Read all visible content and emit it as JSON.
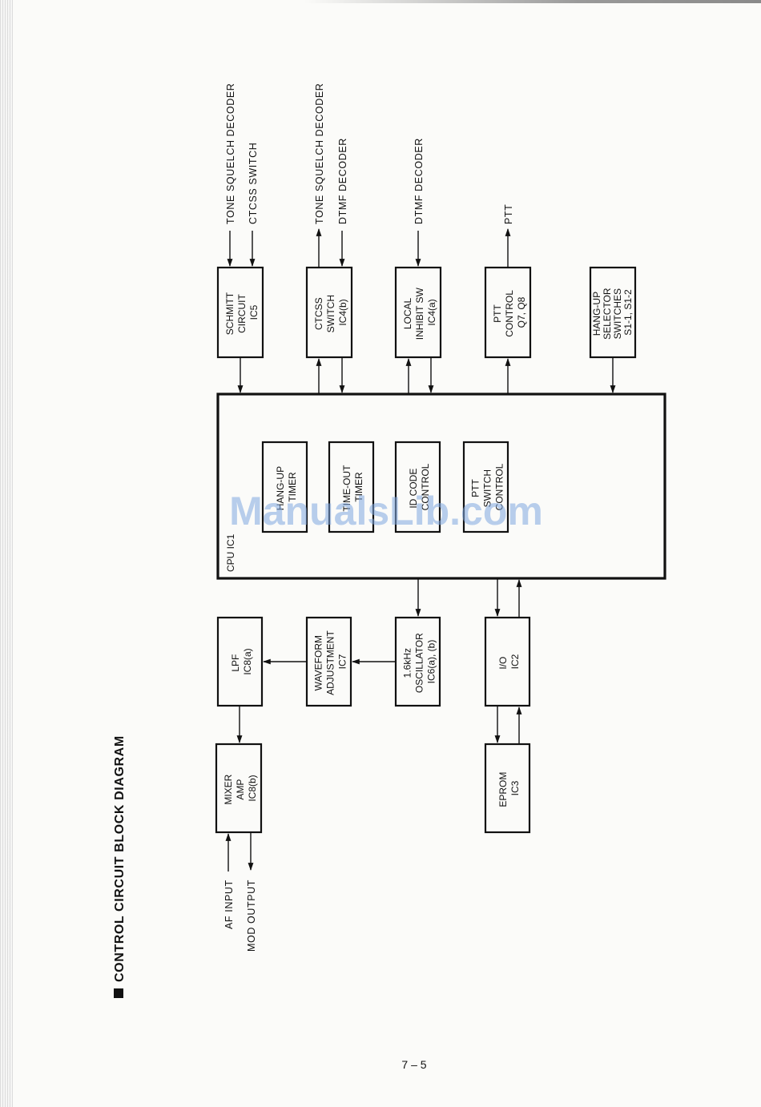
{
  "title": "CONTROL CIRCUIT BLOCK DIAGRAM",
  "page_number": "7 – 5",
  "watermark": "ManualsLib.com",
  "cpu": {
    "label": "CPU IC1",
    "inner_blocks": [
      {
        "id": "hangup_timer",
        "lines": [
          "HANG-UP",
          "TIMER"
        ]
      },
      {
        "id": "timeout_timer",
        "lines": [
          "TIME-OUT",
          "TIMER"
        ]
      },
      {
        "id": "id_code",
        "lines": [
          "ID CODE",
          "CONTROL"
        ]
      },
      {
        "id": "ptt_switch",
        "lines": [
          "PTT",
          "SWITCH",
          "CONTROL"
        ]
      }
    ]
  },
  "blocks": [
    {
      "id": "schmitt",
      "lines": [
        "SCHMITT",
        "CIRCUIT",
        "IC5"
      ]
    },
    {
      "id": "ctcss",
      "lines": [
        "CTCSS",
        "SWITCH",
        "IC4(b)"
      ]
    },
    {
      "id": "local_inhibit",
      "lines": [
        "LOCAL",
        "INHIBIT SW",
        "IC4(a)"
      ]
    },
    {
      "id": "ptt_control",
      "lines": [
        "PTT",
        "CONTROL",
        "Q7, Q8"
      ]
    },
    {
      "id": "hangup_selector",
      "lines": [
        "HANG-UP",
        "SELECTOR",
        "SWITCHES",
        "S1-1, S1-2"
      ]
    },
    {
      "id": "lpf",
      "lines": [
        "LPF",
        "IC8(a)"
      ]
    },
    {
      "id": "waveform",
      "lines": [
        "WAVEFORM",
        "ADJUSTMENT",
        "IC7"
      ]
    },
    {
      "id": "oscillator",
      "lines": [
        "1.6kHz",
        "OSCILLATOR",
        "IC6(a), (b)"
      ]
    },
    {
      "id": "io",
      "lines": [
        "I/O",
        "IC2"
      ]
    },
    {
      "id": "mixer",
      "lines": [
        "MIXER",
        "AMP",
        "IC8(b)"
      ]
    },
    {
      "id": "eprom",
      "lines": [
        "EPROM",
        "IC3"
      ]
    }
  ],
  "signals": [
    {
      "id": "sig_tsq_dec_1",
      "text": "TONE SQUELCH DECODER"
    },
    {
      "id": "sig_ctcss_sw",
      "text": "CTCSS SWITCH"
    },
    {
      "id": "sig_tsq_dec_2",
      "text": "TONE SQUELCH DECODER"
    },
    {
      "id": "sig_dtmf_dec_1",
      "text": "DTMF DECODER"
    },
    {
      "id": "sig_dtmf_dec_2",
      "text": "DTMF DECODER"
    },
    {
      "id": "sig_ptt",
      "text": "PTT"
    },
    {
      "id": "sig_af_input",
      "text": "AF INPUT"
    },
    {
      "id": "sig_mod_output",
      "text": "MOD OUTPUT"
    }
  ]
}
